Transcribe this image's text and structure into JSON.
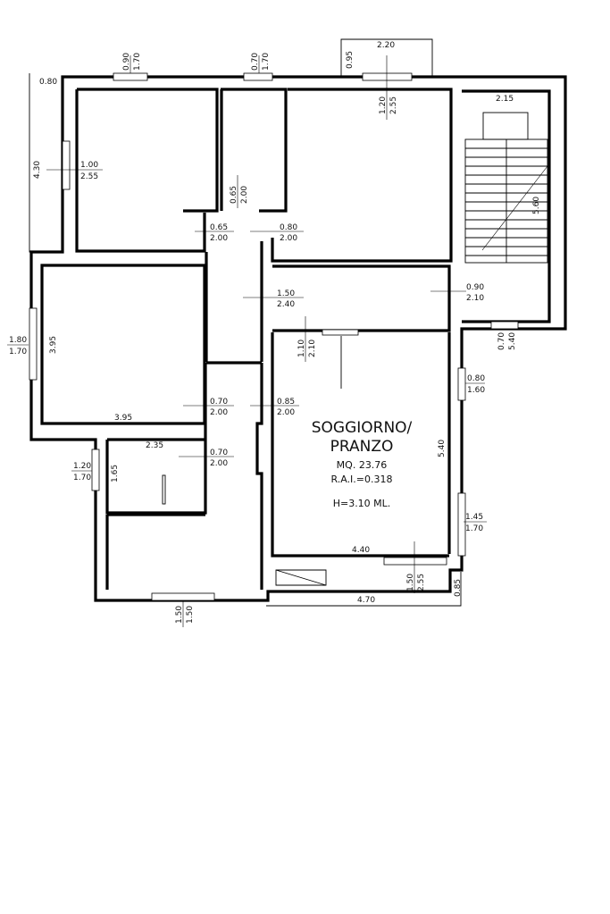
{
  "room": {
    "name_line1": "SOGGIORNO/",
    "name_line2": "PRANZO",
    "area": "MQ. 23.76",
    "rai": "R.A.I.=0.318",
    "height": "H=3.10 ML."
  },
  "dims": {
    "d_080_tl": "0.80",
    "d_430": "4.30",
    "d_100": "1.00",
    "d_255_a": "2.55",
    "d_090_top": "0.90",
    "d_170_top1": "1.70",
    "d_070_top": "0.70",
    "d_170_top2": "1.70",
    "d_095": "0.95",
    "d_220": "2.20",
    "d_120_top": "1.20",
    "d_255_top": "2.55",
    "d_215": "2.15",
    "d_560": "5.60",
    "d_065_v": "0.65",
    "d_200_v": "2.00",
    "d_065_h": "0.65",
    "d_200_h1": "2.00",
    "d_080_h": "0.80",
    "d_200_h2": "2.00",
    "d_150_c": "1.50",
    "d_240": "2.40",
    "d_090_r": "0.90",
    "d_210_r": "2.10",
    "d_180": "1.80",
    "d_170_l": "1.70",
    "d_395_v": "3.95",
    "d_395_h": "3.95",
    "d_110": "1.10",
    "d_210_v": "2.10",
    "d_070_st": "0.70",
    "d_540_st": "5.40",
    "d_080_r2": "0.80",
    "d_160": "1.60",
    "d_070_m1": "0.70",
    "d_200_m1": "2.00",
    "d_085_m": "0.85",
    "d_200_m2": "2.00",
    "d_235": "2.35",
    "d_070_m2": "0.70",
    "d_200_m3": "2.00",
    "d_120_l": "1.20",
    "d_170_l2": "1.70",
    "d_165": "1.65",
    "d_540_liv": "5.40",
    "d_145": "1.45",
    "d_170_r": "1.70",
    "d_440": "4.40",
    "d_150_b": "1.50",
    "d_255_b": "2.55",
    "d_085_b": "0.85",
    "d_470": "4.70",
    "d_150_bw1": "1.50",
    "d_150_bw2": "1.50"
  }
}
